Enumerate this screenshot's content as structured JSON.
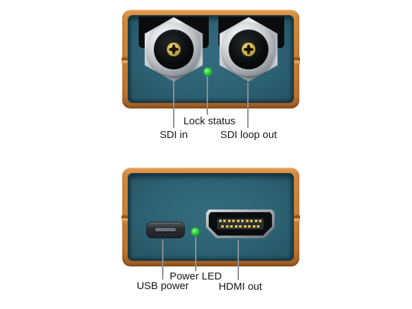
{
  "colors": {
    "background": "#ffffff",
    "case_orange": "#c98138",
    "panel_teal": "#2d6274",
    "recess_black": "#0a0c0e",
    "led_green": "#2ed636",
    "bnc_silver": "#c9ccd0",
    "insulator_white": "#f2f2ef",
    "pin_gold": "#ddc75d",
    "callout_line_gray": "#8a9297",
    "label_text": "#161616"
  },
  "top_view": {
    "ports": [
      {
        "id": "sdi-in",
        "type": "bnc-connector",
        "label": "SDI in"
      },
      {
        "id": "lock-status",
        "type": "led-indicator",
        "label": "Lock status"
      },
      {
        "id": "sdi-loop-out",
        "type": "bnc-connector",
        "label": "SDI loop out"
      }
    ]
  },
  "bottom_view": {
    "ports": [
      {
        "id": "usb-power",
        "type": "micro-usb-port",
        "label": "USB power"
      },
      {
        "id": "power-led",
        "type": "led-indicator",
        "label": "Power LED"
      },
      {
        "id": "hdmi-out",
        "type": "hdmi-port",
        "label": "HDMI out"
      }
    ]
  }
}
